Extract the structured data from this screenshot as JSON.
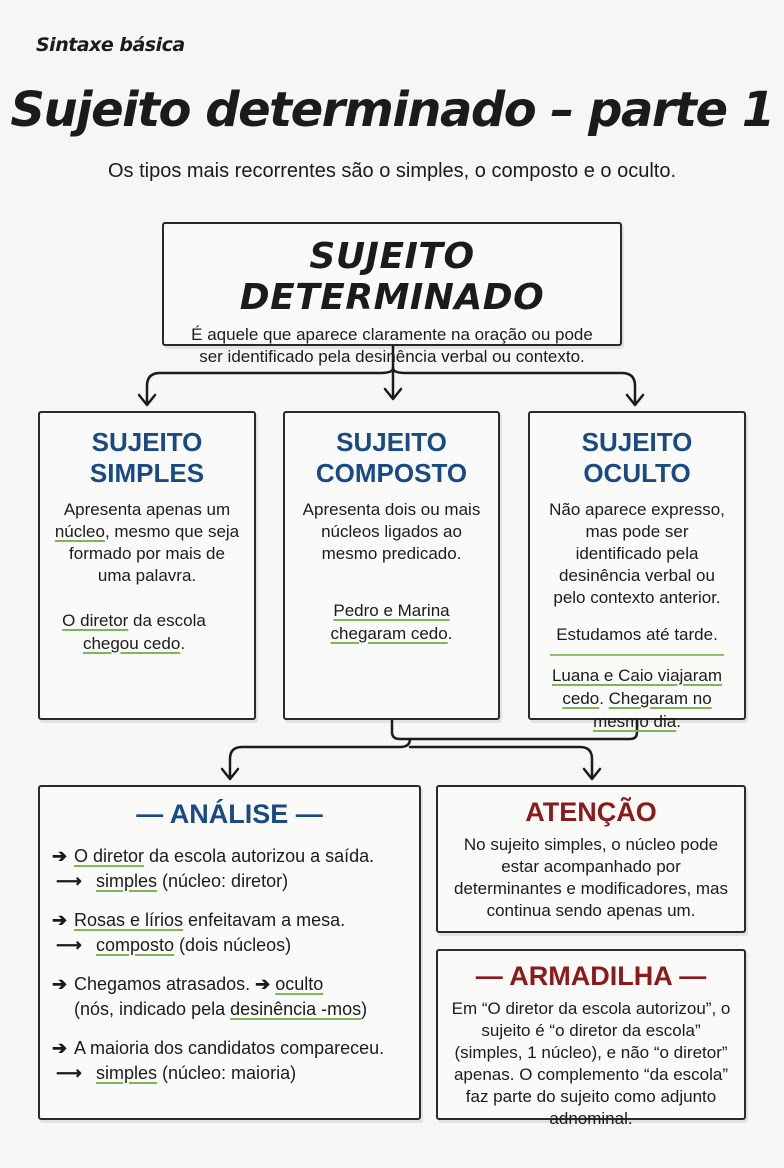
{
  "header": {
    "tag": "Sintaxe básica",
    "title": "Sujeito determinado – parte 1",
    "subtitle": "Os tipos mais recorrentes são o simples, o composto e o oculto."
  },
  "main": {
    "title": "SUJEITO DETERMINADO",
    "desc": "É aquele que aparece claramente na oração ou pode ser identificado pela desinência verbal ou contexto."
  },
  "cards": {
    "simples": {
      "title_1": "SUJEITO",
      "title_2": "SIMPLES",
      "desc_1": "Apresenta apenas um",
      "desc_kw": "núcleo",
      "desc_2": ", mesmo que seja formado por mais de uma palavra.",
      "ex_kw_1": "O diretor",
      "ex_mid": " da escola",
      "ex_kw_2": "chegou cedo",
      "ex_end": "."
    },
    "composto": {
      "title_1": "SUJEITO",
      "title_2": "COMPOSTO",
      "desc": "Apresenta dois ou mais núcleos ligados ao mesmo predicado.",
      "ex_kw_1": "Pedro e Marina",
      "ex_kw_2": "chegaram cedo",
      "ex_end": "."
    },
    "oculto": {
      "title_1": "SUJEITO",
      "title_2": "OCULTO",
      "desc": "Não aparece expresso, mas pode ser identificado pela desinência verbal ou pelo contexto anterior.",
      "ex1": "Estudamos até tarde.",
      "ex2_line1": "Luana e Caio viajaram",
      "ex2_kw_1": "cedo",
      "ex2_mid": ". ",
      "ex2_kw_2": "Chegaram",
      "ex2_mid2": " no",
      "ex2_kw_3": "mesmo dia",
      "ex2_end": "."
    }
  },
  "analise": {
    "title": "— ANÁLISE —",
    "items": [
      {
        "kw": "O diretor",
        "rest": " da escola autorizou a saída.",
        "res_kw": "simples",
        "res_rest": " (núcleo: diretor)"
      },
      {
        "kw": "Rosas e lírios",
        "rest": " enfeitavam a mesa.",
        "res_kw": "composto",
        "res_rest": " (dois núcleos)"
      },
      {
        "pre": "Chegamos atrasados.",
        "kw": "oculto",
        "line2_pre": "(nós, indicado pela ",
        "line2_kw": "desinência -mos",
        "line2_end": ")"
      },
      {
        "kw": "",
        "rest": "A maioria dos candidatos compareceu.",
        "res_kw": "simples",
        "res_rest": " (núcleo: maioria)"
      }
    ]
  },
  "atencao": {
    "title": "ATENÇÃO",
    "text": "No sujeito simples, o núcleo pode estar acompanhado por determinantes e modificadores, mas continua sendo apenas um."
  },
  "armadilha": {
    "title": "— ARMADILHA —",
    "text": "Em “O diretor da escola autorizou”, o sujeito é “o diretor da escola” (simples, 1 núcleo), e não “o diretor” apenas. O complemento “da escola” faz parte do sujeito como adjunto adnominal."
  },
  "colors": {
    "blue": "#1a4a86",
    "red": "#8b1a1a",
    "green_underline": "#7fb55a"
  }
}
